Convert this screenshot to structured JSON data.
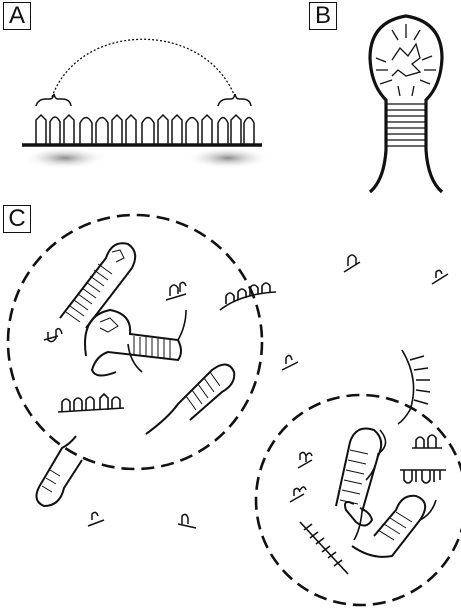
{
  "panels": {
    "a": {
      "label": "A"
    },
    "b": {
      "label": "B"
    },
    "c": {
      "label": "C"
    }
  },
  "colors": {
    "ink": "#111111",
    "shadow": "#8a8a8a",
    "background": "#ffffff"
  }
}
